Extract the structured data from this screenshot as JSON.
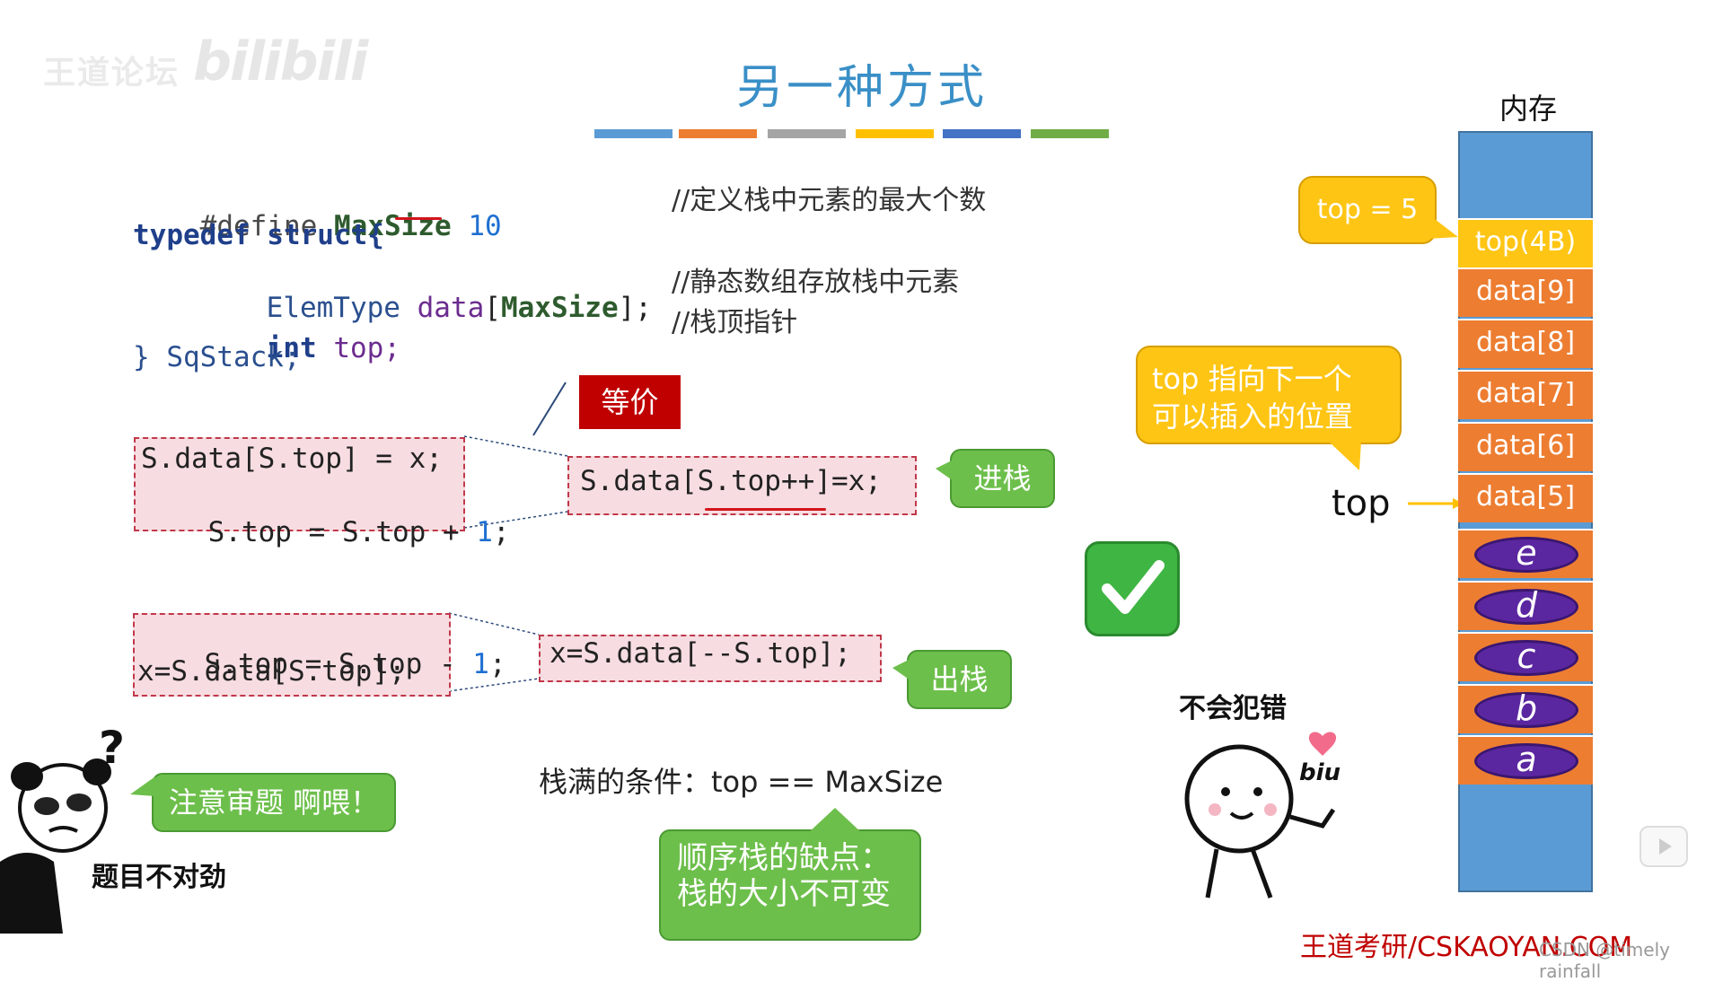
{
  "slide": {
    "title": "另一种方式",
    "watermark_top": "王道论坛",
    "watermark_brand": "bilibili",
    "footer_brand": "王道考研/CSKAOYAN.COM",
    "footer_credit": "CSDN @timely rainfall",
    "divider_colors": [
      "#5b9bd5",
      "#ed7d31",
      "#a5a5a5",
      "#ffc000",
      "#4472c4",
      "#70ad47"
    ]
  },
  "code": {
    "define_kw": "#define",
    "define_name": "MaxSize",
    "define_val": "10",
    "typedef_line": "typedef struct{",
    "elemtype": "ElemType",
    "data_kw": "data",
    "maxsize_ref": "MaxSize",
    "data_tail": "];",
    "int_kw": "int",
    "top_var": "top;",
    "close_line": "} SqStack;",
    "comment1": "//定义栈中元素的最大个数",
    "comment2": "//静态数组存放栈中元素",
    "comment3": "//栈顶指针"
  },
  "push": {
    "line1": "S.data[S.top] = x;",
    "line2_a": "S.top = S.top + ",
    "line2_num": "1",
    "line2_b": ";",
    "short": "S.data[S.top++]=x;",
    "label": "进栈",
    "equiv": "等价"
  },
  "pop": {
    "line1_a": "S.top = S.top - ",
    "line1_num": "1",
    "line1_b": ";",
    "line2": "x=S.data[S.top];",
    "short": "x=S.data[--S.top];",
    "label": "出栈"
  },
  "notes": {
    "attention": "注意审题 啊喂！",
    "meme_caption": "题目不对劲",
    "full_condition": "栈满的条件：top == MaxSize",
    "drawback_line1": "顺序栈的缺点：",
    "drawback_line2": "栈的大小不可变",
    "no_error": "不会犯错",
    "biu": "biu",
    "top_eq": "top = 5",
    "top_next_line1": "top 指向下一个",
    "top_next_line2": "可以插入的位置",
    "top_pointer": "top"
  },
  "memory": {
    "header": "内存",
    "top_cell": "top(4B)",
    "cells": [
      "data[9]",
      "data[8]",
      "data[7]",
      "data[6]",
      "data[5]"
    ],
    "elements": [
      "e",
      "d",
      "c",
      "b",
      "a"
    ],
    "colors": {
      "blue": "#5b9bd5",
      "orange": "#ed7d31",
      "yellow": "#ffc514",
      "purple": "#5b27a0"
    }
  }
}
